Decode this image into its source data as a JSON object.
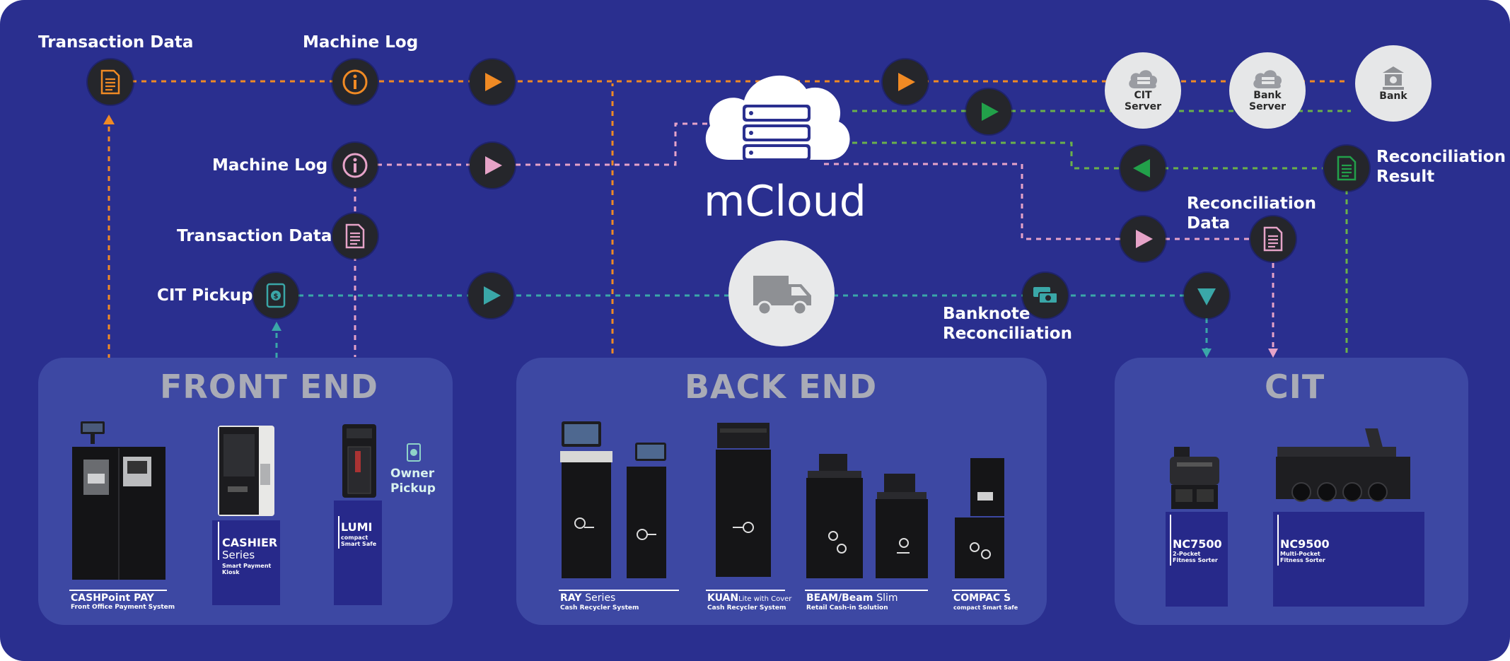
{
  "labels": {
    "transaction_data_top": "Transaction Data",
    "machine_log_top": "Machine Log",
    "machine_log_mid": "Machine Log",
    "transaction_data_mid": "Transaction Data",
    "cit_pickup": "CIT Pickup",
    "mcloud": "mCloud",
    "reconciliation_result_1": "Reconciliation",
    "reconciliation_result_2": "Result",
    "reconciliation_data_1": "Reconciliation",
    "reconciliation_data_2": "Data",
    "banknote_reconciliation_1": "Banknote",
    "banknote_reconciliation_2": "Reconciliation",
    "owner_pickup_1": "Owner",
    "owner_pickup_2": "Pickup"
  },
  "servers": {
    "cit_server_1": "CIT",
    "cit_server_2": "Server",
    "bank_server_1": "Bank",
    "bank_server_2": "Server",
    "bank": "Bank"
  },
  "panels": {
    "front_end": "FRONT END",
    "back_end": "BACK END",
    "cit": "CIT"
  },
  "products": {
    "cashpoint_pay": {
      "name": "CASHPoint PAY",
      "sub": "Front Office Payment System"
    },
    "cashier": {
      "name": "CASHIER",
      "series": "Series",
      "sub1": "Smart Payment",
      "sub2": "Kiosk"
    },
    "lumi": {
      "name": "LUMI",
      "sub1": "compact",
      "sub2": "Smart Safe"
    },
    "ray": {
      "name": "RAY",
      "series": "Series",
      "sub": "Cash Recycler System"
    },
    "kuan": {
      "name": "KUAN",
      "suffix": "Lite with Cover",
      "sub": "Cash Recycler System"
    },
    "beam": {
      "name": "BEAM/Beam",
      "suffix": "Slim",
      "sub": "Retail Cash-in Solution"
    },
    "compac": {
      "name": "COMPAC S",
      "sub": "compact Smart Safe"
    },
    "nc7500": {
      "name": "NC7500",
      "sub1": "2-Pocket",
      "sub2": "Fitness Sorter"
    },
    "nc9500": {
      "name": "NC9500",
      "sub1": "Multi-Pocket",
      "sub2": "Fitness Sorter"
    }
  },
  "colors": {
    "background": "#2a2f8f",
    "panel": "#3d48a3",
    "orange_flow": "#f08a24",
    "pink_flow": "#e6a3c8",
    "green_flow": "#22a04a",
    "teal_flow": "#3aa7a8",
    "node": "#25262b"
  }
}
